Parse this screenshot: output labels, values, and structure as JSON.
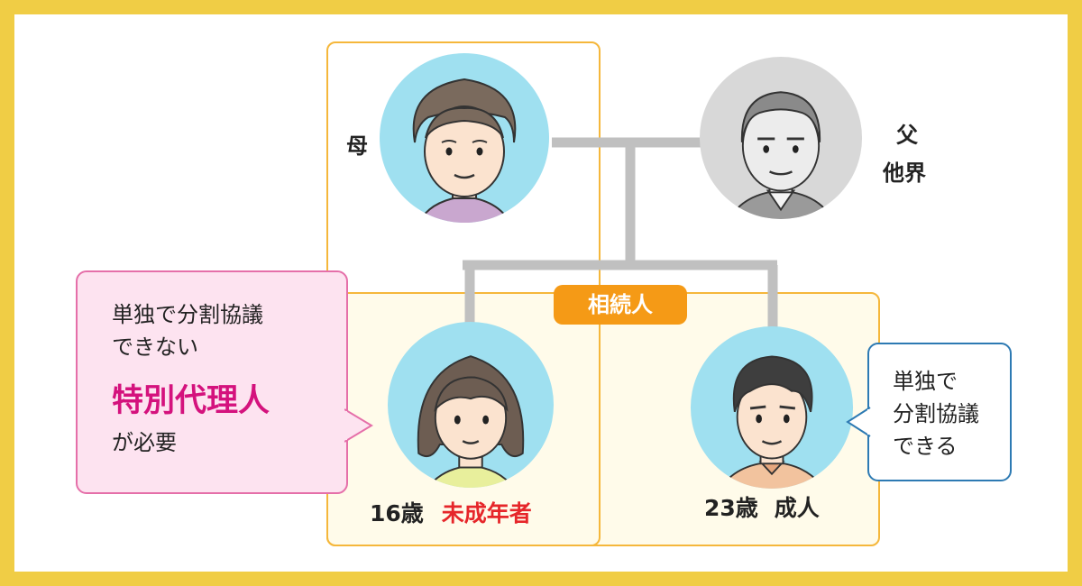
{
  "labels": {
    "mother": "母",
    "father_line1": "父",
    "father_line2": "他界",
    "heirs_pill": "相続人",
    "child1_age": "16歳",
    "child1_status": "未成年者",
    "child2_age": "23歳",
    "child2_status": "成人"
  },
  "pink_bubble": {
    "line1": "単独で分割協議",
    "line2": "できない",
    "emphasis": "特別代理人",
    "line4": "が必要"
  },
  "blue_bubble": {
    "line1": "単独で",
    "line2": "分割協議",
    "line3": "できる"
  },
  "colors": {
    "frame": "#f0cd45",
    "box_border": "#f5b73b",
    "box_fill": "#fffbea",
    "connector": "#c0c0c0",
    "pill": "#f59a16",
    "avatar_bg": "#9fe0f0",
    "deceased_bg": "#d8d8d8",
    "pink_bubble_border": "#e56fa9",
    "pink_bubble_fill": "#fde3f0",
    "emphasis": "#d4127d",
    "minor_text": "#e6262a",
    "blue_bubble_border": "#2d7ab3"
  },
  "icons": {
    "mother": "mother-avatar",
    "father": "father-avatar-deceased",
    "child1": "daughter-avatar",
    "child2": "son-avatar"
  }
}
